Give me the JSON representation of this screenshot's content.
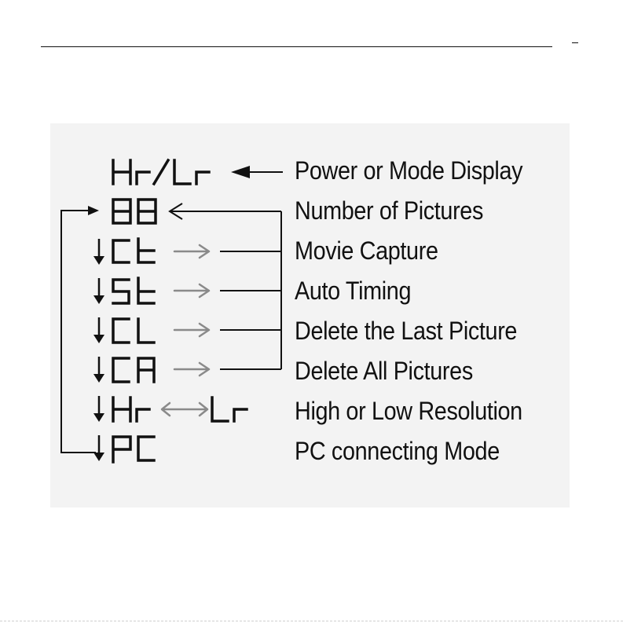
{
  "page": {
    "page_number": "",
    "background": "#ffffff",
    "panel_color": "#f3f3f3",
    "ink_color": "#111111",
    "gray_arrow_color": "#8a8a8a"
  },
  "display_codes": {
    "power": [
      "Hr",
      "Lr"
    ],
    "count": "88",
    "movie": "CE",
    "timer": "SE",
    "delete_last": "CL",
    "delete_all": "CA",
    "resolution": [
      "Hr",
      "Lr"
    ],
    "pc": "PC"
  },
  "labels": {
    "power": "Power or Mode Display",
    "count": "Number of Pictures",
    "movie": "Movie Capture",
    "timer": "Auto Timing",
    "delete_last": "Delete the Last Picture",
    "delete_all": "Delete All Pictures",
    "resolution": "High or Low Resolution",
    "pc": "PC connecting Mode"
  }
}
